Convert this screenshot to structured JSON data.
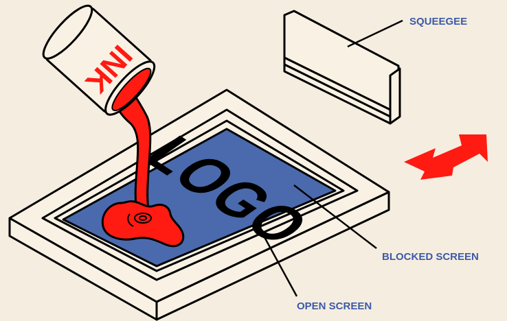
{
  "labels": {
    "squeegee": "SQUEEGEE",
    "blocked_screen": "BLOCKED SCREEN",
    "open_screen": "OPEN SCREEN"
  },
  "can_text": "INK",
  "logo_text": "LOGO",
  "colors": {
    "background": "#f5ede0",
    "frame_fill": "#f8f1e4",
    "screen_blue": "#4a6aad",
    "ink_red": "#ff1a12",
    "label_blue": "#3b5aa8",
    "outline": "#000000"
  },
  "icons": {
    "arrow": "double-arrow-icon",
    "can": "paint-can-icon",
    "squeegee": "squeegee-icon"
  }
}
